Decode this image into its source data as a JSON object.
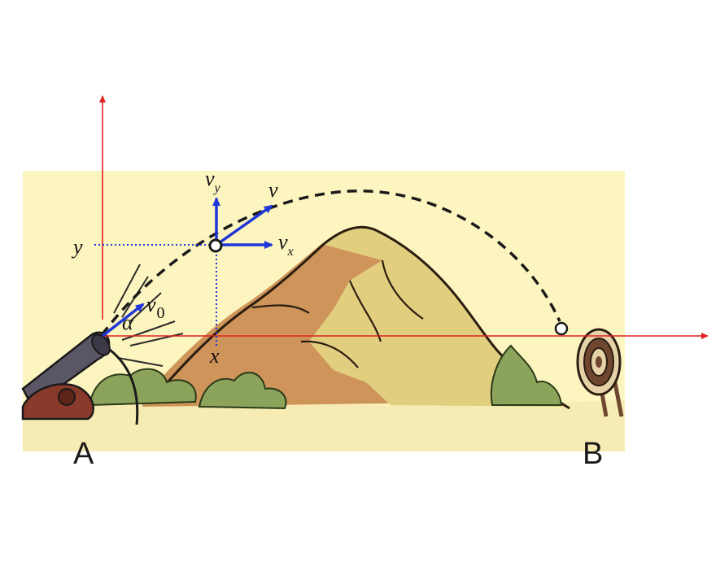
{
  "labels": {
    "point_a": "A",
    "point_b": "B",
    "axis_y": "y",
    "axis_x": "x",
    "velocity": "v",
    "velocity_initial_base": "v",
    "velocity_initial_sub": "0",
    "velocity_x_base": "v",
    "velocity_x_sub": "x",
    "velocity_y_base": "v",
    "velocity_y_sub": "y",
    "angle": "α"
  },
  "colors": {
    "background_scene": "#fdf5c0",
    "axes": "#e0211f",
    "vectors": "#1f36d8",
    "trajectory": "#1a1a1a",
    "hill_light": "#e1cf7f",
    "hill_dark": "#c98a4f",
    "bushes": "#8ca35c",
    "cannon": "#5b5666",
    "target": "#6f4630"
  }
}
